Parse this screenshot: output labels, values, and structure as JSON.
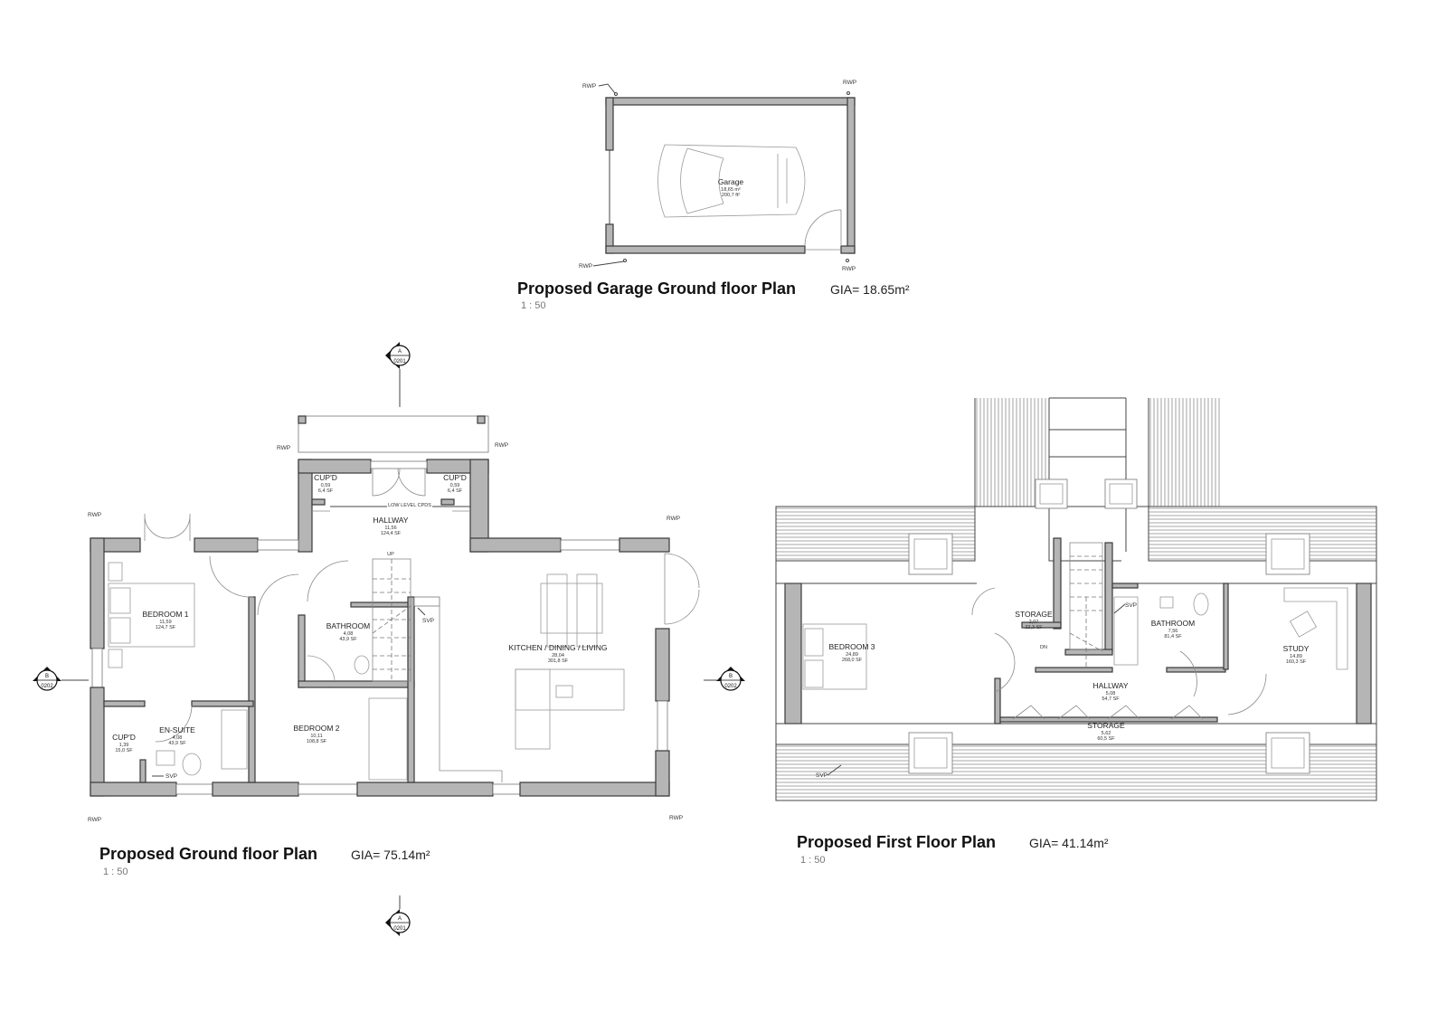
{
  "garage_plan": {
    "title": "Proposed Garage Ground floor Plan",
    "gia": "GIA= 18.65m²",
    "scale": "1 : 50",
    "room": {
      "name": "Garage",
      "area_m2": "18,65 m²",
      "area_ft2": "200,7 ft²"
    },
    "tags": [
      "RWP",
      "RWP",
      "RWP",
      "RWP"
    ]
  },
  "ground_plan": {
    "title": "Proposed Ground floor Plan",
    "gia": "GIA= 75.14m²",
    "scale": "1 : 50",
    "rooms": [
      {
        "name": "CUP'D",
        "area": "0,59",
        "sf": "6,4 SF"
      },
      {
        "name": "CUP'D",
        "area": "0,59",
        "sf": "6,4 SF"
      },
      {
        "name": "HALLWAY",
        "area": "11,56",
        "sf": "124,4 SF"
      },
      {
        "name": "BEDROOM 1",
        "area": "11,59",
        "sf": "124,7 SF"
      },
      {
        "name": "BATHROOM",
        "area": "4,08",
        "sf": "43,9 SF"
      },
      {
        "name": "KITCHEN / DINING / LIVING",
        "area": "28,04",
        "sf": "301,8 SF"
      },
      {
        "name": "CUP'D",
        "area": "1,39",
        "sf": "15,0 SF"
      },
      {
        "name": "EN-SUITE",
        "area": "4,08",
        "sf": "43,9 SF"
      },
      {
        "name": "BEDROOM 2",
        "area": "10,11",
        "sf": "108,8 SF"
      }
    ],
    "notes": {
      "low_level": "LOW LEVEL CPDS",
      "up": "UP",
      "svp": "SVP",
      "svp2": "SVP",
      "rwp": "RWP"
    },
    "markers": [
      {
        "letter": "A",
        "sheet": "0201"
      },
      {
        "letter": "A",
        "sheet": "0201"
      },
      {
        "letter": "B",
        "sheet": "0202"
      },
      {
        "letter": "B",
        "sheet": "0202"
      }
    ]
  },
  "first_plan": {
    "title": "Proposed First Floor Plan",
    "gia": "GIA= 41.14m²",
    "scale": "1 : 50",
    "rooms": [
      {
        "name": "STORAGE",
        "area": "2,07",
        "sf": "22,3 SF"
      },
      {
        "name": "BATHROOM",
        "area": "7,56",
        "sf": "81,4 SF"
      },
      {
        "name": "BEDROOM 3",
        "area": "24,89",
        "sf": "268,0 SF"
      },
      {
        "name": "STUDY",
        "area": "14,89",
        "sf": "160,3 SF"
      },
      {
        "name": "HALLWAY",
        "area": "5,08",
        "sf": "54,7 SF"
      },
      {
        "name": "STORAGE",
        "area": "5,62",
        "sf": "60,5 SF"
      }
    ],
    "notes": {
      "dn": "DN",
      "svp": "SVP",
      "svp2": "SVP"
    }
  },
  "colors": {
    "wall": "#b5b5b5",
    "line": "#3a3a3a"
  }
}
